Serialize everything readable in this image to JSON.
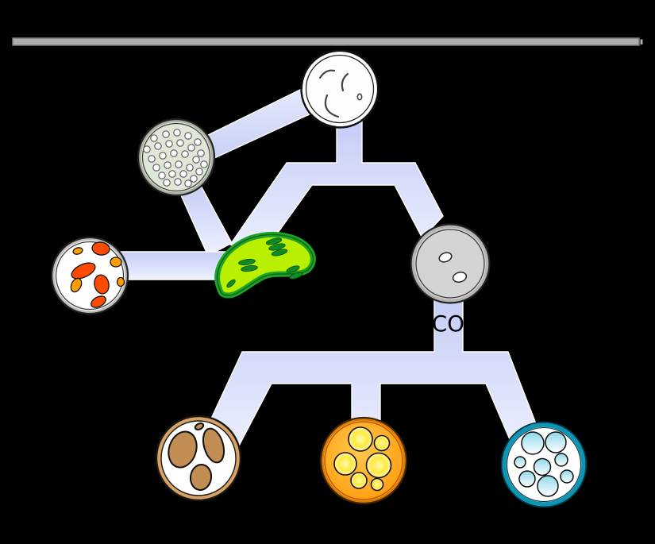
{
  "diagram": {
    "type": "cell-lineage-diagram",
    "junction_label": "CO",
    "colors": {
      "background": "#000000",
      "bar_fill": "#adadad",
      "bar_edge": "#787878",
      "band_top": "#c4cdf6",
      "band_bottom": "#eef1fe",
      "band_up_top": "#e4e9fc",
      "band_up_bottom": "#c8d1f6",
      "band_edge": "#ffffff",
      "outline": "#1a1a1a",
      "label_color": "#000000",
      "stem_fill": "#fdfdfd",
      "squiggle": "#444444",
      "stippled_fill": "#dfe8d8",
      "stippled_ring": "#a9b0a2",
      "stippled_dot": "#ffffff",
      "orange_cell_fill": "#ffffff",
      "granule_red": "#ff4a00",
      "granule_orange": "#ff9d00",
      "bean_fill": "#b8f000",
      "bean_border": "#1fa32a",
      "bean_grana": "#0e8c22",
      "gray_fill": "#d4d4d4",
      "gray_ring": "#b3b3b3",
      "gray_oval": "#ffffff",
      "brown_ring": "#d8a263",
      "brown_blob": "#c28d52",
      "yellow_core": "#ffc94d",
      "yellow_edge": "#ff9404",
      "yellow_rim": "#e07800",
      "droplet_core": "#fffbb0",
      "droplet_mid": "#ffe93c",
      "droplet_edge": "#fff7cf",
      "cyan_ring": "#0d95b5",
      "vesicle_top": "#8fd8ea",
      "vesicle_bottom": "#ffffff"
    },
    "nodes": [
      {
        "id": "white-stem-cell",
        "description": "large white cell with faint squiggle marks (top)"
      },
      {
        "id": "stippled-cell",
        "description": "pale sage cell filled with small white dots (upper left)"
      },
      {
        "id": "orange-granule-cell",
        "description": "white cell with orange and red granules (left)"
      },
      {
        "id": "green-bean-cell",
        "description": "green bean-shaped body with stacked dark-green discs (center)"
      },
      {
        "id": "gray-progenitor-cell",
        "description": "gray cell with two small white ovals (right)"
      },
      {
        "id": "brown-lobed-cell",
        "description": "white cell with large tan lobes (bottom left)"
      },
      {
        "id": "yellow-droplet-cell",
        "description": "orange cell with yellow droplets (bottom center)"
      },
      {
        "id": "cyan-vesicle-cell",
        "description": "teal-rimmed white cell with cyan vesicles (bottom right)"
      }
    ],
    "edges": [
      {
        "from": "white-stem-cell",
        "to": "stippled-cell"
      },
      {
        "from": "white-stem-cell",
        "to": "green-bean-cell"
      },
      {
        "from": "white-stem-cell",
        "to": "gray-progenitor-cell"
      },
      {
        "from": "stippled-cell",
        "to": "green-bean-cell"
      },
      {
        "from": "orange-granule-cell",
        "to": "green-bean-cell"
      },
      {
        "from": "gray-progenitor-cell",
        "to": "brown-lobed-cell"
      },
      {
        "from": "gray-progenitor-cell",
        "to": "yellow-droplet-cell"
      },
      {
        "from": "gray-progenitor-cell",
        "to": "cyan-vesicle-cell"
      }
    ]
  }
}
